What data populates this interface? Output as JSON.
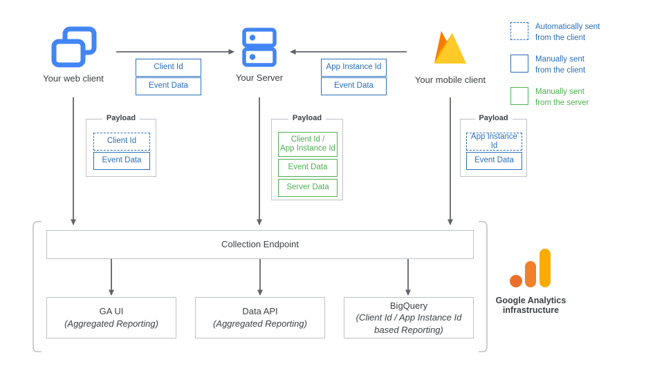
{
  "diagram": {
    "nodes": {
      "web_client": {
        "label": "Your web client",
        "icon": "web-client-icon"
      },
      "server": {
        "label": "Your Server",
        "icon": "server-icon"
      },
      "mobile_client": {
        "label": "Your mobile client",
        "icon": "firebase-icon"
      },
      "ga_infra": {
        "label_line1": "Google Analytics",
        "label_line2": "infrastructure",
        "icon": "google-analytics-icon"
      }
    },
    "transit": {
      "web_to_server": {
        "items": [
          "Client Id",
          "Event Data"
        ],
        "direction": "right"
      },
      "mobile_to_server": {
        "items": [
          "App Instance Id",
          "Event Data"
        ],
        "direction": "left"
      }
    },
    "payloads": [
      {
        "title": "Payload",
        "source": "web-client",
        "items": [
          {
            "label": "Client Id",
            "style": "dashed-blue"
          },
          {
            "label": "Event Data",
            "style": "solid-blue"
          }
        ]
      },
      {
        "title": "Payload",
        "source": "server",
        "items": [
          {
            "label": "Client Id /\nApp Instance Id",
            "line1": "Client Id /",
            "line2": "App Instance Id",
            "style": "solid-green"
          },
          {
            "label": "Event Data",
            "style": "solid-green"
          },
          {
            "label": "Server Data",
            "style": "solid-green"
          }
        ]
      },
      {
        "title": "Payload",
        "source": "mobile-client",
        "items": [
          {
            "label": "App Instance Id",
            "style": "dashed-blue"
          },
          {
            "label": "Event Data",
            "style": "solid-blue"
          }
        ]
      }
    ],
    "collection_endpoint": {
      "label": "Collection Endpoint"
    },
    "outputs": [
      {
        "line1": "GA UI",
        "line2": "(Aggregated Reporting)",
        "line3": ""
      },
      {
        "line1": "Data API",
        "line2": "(Aggregated Reporting)",
        "line3": ""
      },
      {
        "line1": "BigQuery",
        "line2": "(Client Id / App Instance Id",
        "line3": "based Reporting)"
      }
    ],
    "legend": [
      {
        "swatch": "dashed-blue",
        "line1": "Automatically sent",
        "line2": "from the client",
        "color": "#2a6ebb"
      },
      {
        "swatch": "solid-blue",
        "line1": "Manually sent",
        "line2": "from the client",
        "color": "#2a6ebb"
      },
      {
        "swatch": "solid-green",
        "line1": "Manually sent",
        "line2": "from the server",
        "color": "#4caf50"
      }
    ],
    "colors": {
      "blue": "#2a6ebb",
      "icon_blue": "#4285f4",
      "green": "#4caf50",
      "gray_border": "#bdc1c6",
      "arrow": "#5f6368",
      "text": "#3c4043",
      "ga_orange_dark": "#f57c20",
      "ga_orange_mid": "#f79420",
      "ga_amber": "#fbbc04",
      "firebase_dark": "#f57c00",
      "firebase_mid": "#ffa000",
      "firebase_light": "#ffca28"
    }
  }
}
